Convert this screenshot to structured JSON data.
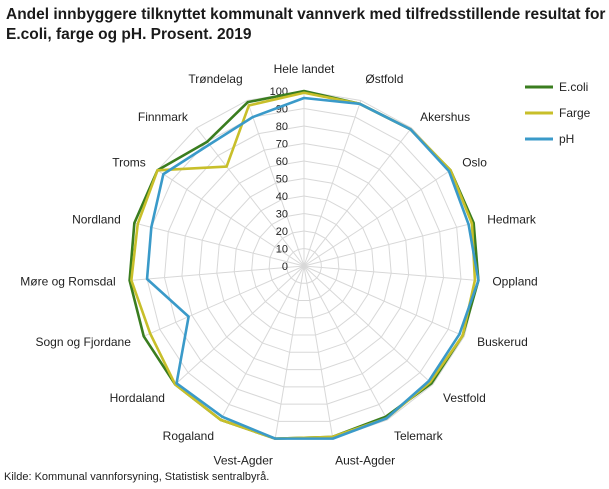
{
  "chart_data": {
    "type": "radar",
    "title": "Andel innbyggere tilknyttet kommunalt vannverk med tilfredsstillende resultat for E.coli, farge og pH. Prosent. 2019",
    "categories": [
      "Hele landet",
      "Østfold",
      "Akershus",
      "Oslo",
      "Hedmark",
      "Oppland",
      "Buskerud",
      "Vestfold",
      "Telemark",
      "Aust-Agder",
      "Vest-Agder",
      "Rogaland",
      "Hordaland",
      "Sogn og Fjordane",
      "Møre og Romsdal",
      "Nordland",
      "Troms",
      "Finnmark",
      "Trøndelag"
    ],
    "rlim": [
      0,
      100
    ],
    "ticks": [
      0,
      10,
      20,
      30,
      40,
      50,
      60,
      70,
      80,
      90,
      100
    ],
    "series": [
      {
        "name": "E.coli",
        "color": "#3a7d1f",
        "values": [
          100,
          98,
          99,
          100,
          100,
          100,
          99,
          99,
          98,
          99,
          100,
          100,
          100,
          100,
          100,
          100,
          100,
          90,
          99
        ]
      },
      {
        "name": "Farge",
        "color": "#c8bf2a",
        "values": [
          99,
          98,
          99,
          100,
          99,
          98,
          99,
          98,
          99,
          99,
          100,
          100,
          100,
          96,
          99,
          98,
          100,
          72,
          97
        ]
      },
      {
        "name": "pH",
        "color": "#3a9ac9",
        "values": [
          96,
          98,
          99,
          99,
          97,
          100,
          97,
          97,
          99,
          100,
          100,
          98,
          99,
          72,
          90,
          90,
          96,
          88,
          90
        ]
      }
    ]
  },
  "source": "Kilde: Kommunal vannforsyning, Statistisk sentralbyrå."
}
